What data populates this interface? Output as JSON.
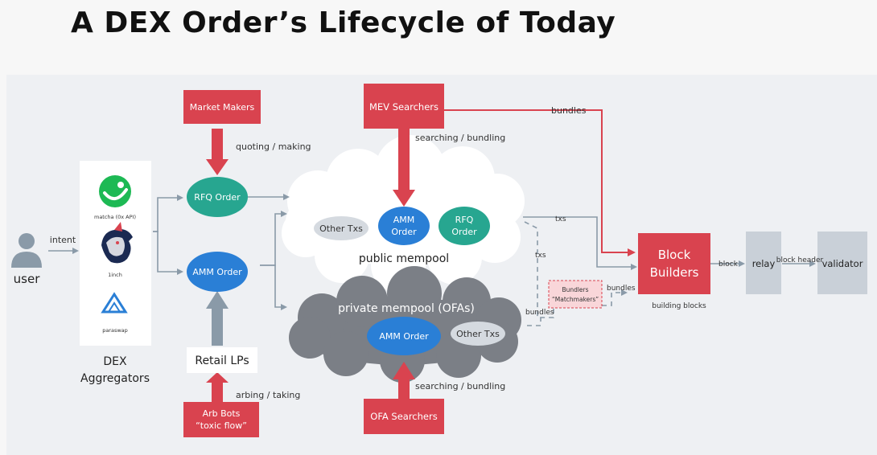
{
  "title": "A DEX Order’s Lifecycle of Today",
  "colors": {
    "red": "#d9434f",
    "teal": "#27a690",
    "blue": "#2a7fd6",
    "grey_cloud": "#7b7f86",
    "node_grey": "#c9d0d8",
    "arrow_grey": "#8a9aa8",
    "pink_box": "#f9d6d9"
  },
  "nodes": {
    "market_makers": "Market Makers",
    "mev_searchers": "MEV Searchers",
    "rfq_order": "RFQ Order",
    "amm_order": "AMM Order",
    "public_other_txs": "Other Txs",
    "public_amm_order": [
      "AMM",
      "Order"
    ],
    "public_rfq_order": [
      "RFQ",
      "Order"
    ],
    "public_mempool": "public mempool",
    "private_mempool": "private mempool (OFAs)",
    "private_amm_order": "AMM Order",
    "private_other_txs": "Other Txs",
    "retail_lps": "Retail LPs",
    "arb_bots": [
      "Arb Bots",
      "“toxic flow”"
    ],
    "ofa_searchers": "OFA Searchers",
    "block_builders": [
      "Block",
      "Builders"
    ],
    "building_blocks": "building blocks",
    "relay": "relay",
    "validator": "validator",
    "user": "user",
    "bundlers": [
      "Bundlers",
      "“Matchmakers”"
    ]
  },
  "aggregators": {
    "matcha": "matcha (0x API)",
    "oneinch": "1inch",
    "paraswap": "paraswap",
    "label": [
      "DEX",
      "Aggregators"
    ]
  },
  "edges": {
    "intent": "intent",
    "quoting": "quoting / making",
    "searching_top": "searching / bundling",
    "bundles_top": "bundles",
    "txs_right": "txs",
    "txs_mid": "txs",
    "bundles_mid": "bundles",
    "bundles_low": "bundles",
    "block": "block",
    "block_header": "block header",
    "arbing": "arbing / taking",
    "searching_bottom": "searching / bundling"
  }
}
